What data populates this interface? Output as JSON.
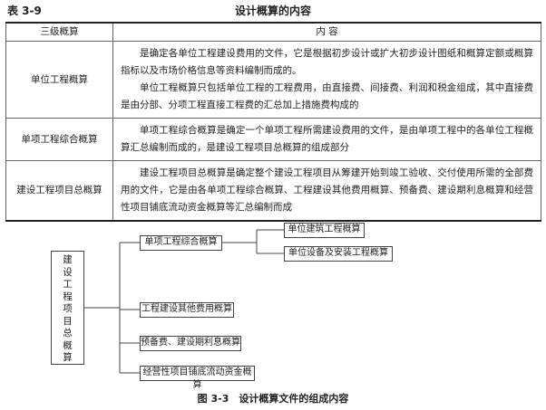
{
  "table": {
    "number": "表 3-9",
    "title": "设计概算的内容",
    "headers": [
      "三级概算",
      "内 容"
    ],
    "rows": [
      {
        "name": "单位工程概算",
        "paragraphs": [
          "是确定各单位工程建设费用的文件，它是根据初步设计或扩大初步设计图纸和概算定额或概算指标以及市场价格信息等资料编制而成的。",
          "单位工程概算只包括单位工程的工程费用，由直接费、间接费、利润和税金组成，其中直接费是由分部、分项工程直接工程费的汇总加上措施费构成的"
        ]
      },
      {
        "name": "单项工程综合概算",
        "paragraphs": [
          "单项工程综合概算是确定一个单项工程所需建设费用的文件，是由单项工程中的各单位工程概算汇总编制而成的，是建设工程项目总概算的组成部分"
        ]
      },
      {
        "name": "建设工程项目总概算",
        "paragraphs": [
          "建设工程项目总概算是确定整个建设工程项目从筹建开始到竣工验收、交付使用所需的全部费用的文件，它是由各单项工程综合概算、工程建设其他费用概算、预备费、建设期利息概算和经营性项目铺底流动资金概算等汇总编制而成"
        ]
      }
    ]
  },
  "diagram": {
    "root": "建设工程项目总概算",
    "level1": [
      "单项工程综合概算",
      "工程建设其他费用概算",
      "预备费、建设期利息概算",
      "经营性项目铺底流动资金概算"
    ],
    "level2": [
      "单位建筑工程概算",
      "单位设备及安装工程概算"
    ],
    "caption": "图 3-3　设计概算文件的组成内容"
  }
}
